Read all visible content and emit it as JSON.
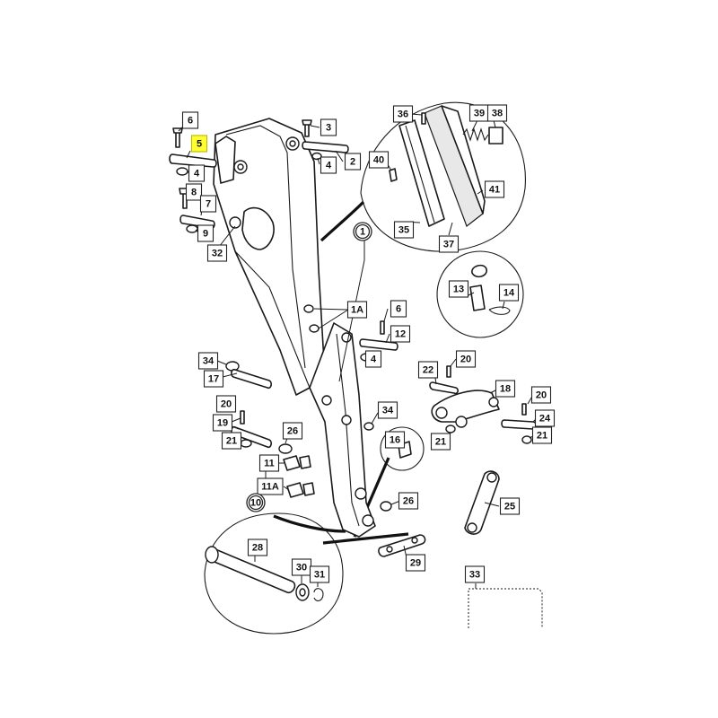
{
  "diagram": {
    "callouts": [
      {
        "id": "c6a",
        "label": "6"
      },
      {
        "id": "c5",
        "label": "5",
        "highlight": true
      },
      {
        "id": "c4a",
        "label": "4"
      },
      {
        "id": "c8",
        "label": "8"
      },
      {
        "id": "c7",
        "label": "7"
      },
      {
        "id": "c9",
        "label": "9"
      },
      {
        "id": "c32",
        "label": "32"
      },
      {
        "id": "c3",
        "label": "3"
      },
      {
        "id": "c4b",
        "label": "4"
      },
      {
        "id": "c2",
        "label": "2"
      },
      {
        "id": "c36",
        "label": "36"
      },
      {
        "id": "c39",
        "label": "39"
      },
      {
        "id": "c38",
        "label": "38"
      },
      {
        "id": "c40",
        "label": "40"
      },
      {
        "id": "c41",
        "label": "41"
      },
      {
        "id": "c35",
        "label": "35"
      },
      {
        "id": "c37",
        "label": "37"
      },
      {
        "id": "c1",
        "label": "1",
        "circle": true
      },
      {
        "id": "c13",
        "label": "13"
      },
      {
        "id": "c14",
        "label": "14"
      },
      {
        "id": "c1A",
        "label": "1A"
      },
      {
        "id": "c6b",
        "label": "6"
      },
      {
        "id": "c12",
        "label": "12"
      },
      {
        "id": "c4c",
        "label": "4"
      },
      {
        "id": "c34a",
        "label": "34"
      },
      {
        "id": "c17",
        "label": "17"
      },
      {
        "id": "c22",
        "label": "22"
      },
      {
        "id": "c20a",
        "label": "20"
      },
      {
        "id": "c18",
        "label": "18"
      },
      {
        "id": "c20b",
        "label": "20"
      },
      {
        "id": "c20c",
        "label": "20"
      },
      {
        "id": "c34b",
        "label": "34"
      },
      {
        "id": "c24",
        "label": "24"
      },
      {
        "id": "c19",
        "label": "19"
      },
      {
        "id": "c26a",
        "label": "26"
      },
      {
        "id": "c21a",
        "label": "21"
      },
      {
        "id": "c21b",
        "label": "21"
      },
      {
        "id": "c21c",
        "label": "21"
      },
      {
        "id": "c16",
        "label": "16"
      },
      {
        "id": "c11",
        "label": "11"
      },
      {
        "id": "c11A",
        "label": "11A"
      },
      {
        "id": "c10",
        "label": "10",
        "circle": true
      },
      {
        "id": "c26b",
        "label": "26"
      },
      {
        "id": "c25",
        "label": "25"
      },
      {
        "id": "c28",
        "label": "28"
      },
      {
        "id": "c30",
        "label": "30"
      },
      {
        "id": "c31",
        "label": "31"
      },
      {
        "id": "c29",
        "label": "29"
      },
      {
        "id": "c33",
        "label": "33"
      }
    ]
  }
}
